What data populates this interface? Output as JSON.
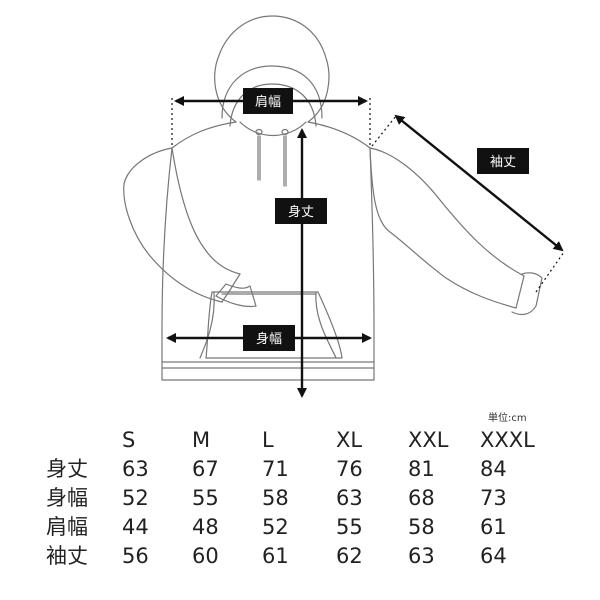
{
  "diagram": {
    "labels": {
      "shoulder_width": "肩幅",
      "sleeve_length": "袖丈",
      "body_length": "身丈",
      "body_width": "身幅"
    }
  },
  "table": {
    "unit": "単位:cm",
    "sizes": [
      "S",
      "M",
      "L",
      "XL",
      "XXL",
      "XXXL"
    ],
    "rows": [
      {
        "label": "身丈",
        "values": [
          "63",
          "67",
          "71",
          "76",
          "81",
          "84"
        ]
      },
      {
        "label": "身幅",
        "values": [
          "52",
          "55",
          "58",
          "63",
          "68",
          "73"
        ]
      },
      {
        "label": "肩幅",
        "values": [
          "44",
          "48",
          "52",
          "55",
          "58",
          "61"
        ]
      },
      {
        "label": "袖丈",
        "values": [
          "56",
          "60",
          "61",
          "62",
          "63",
          "64"
        ]
      }
    ]
  }
}
